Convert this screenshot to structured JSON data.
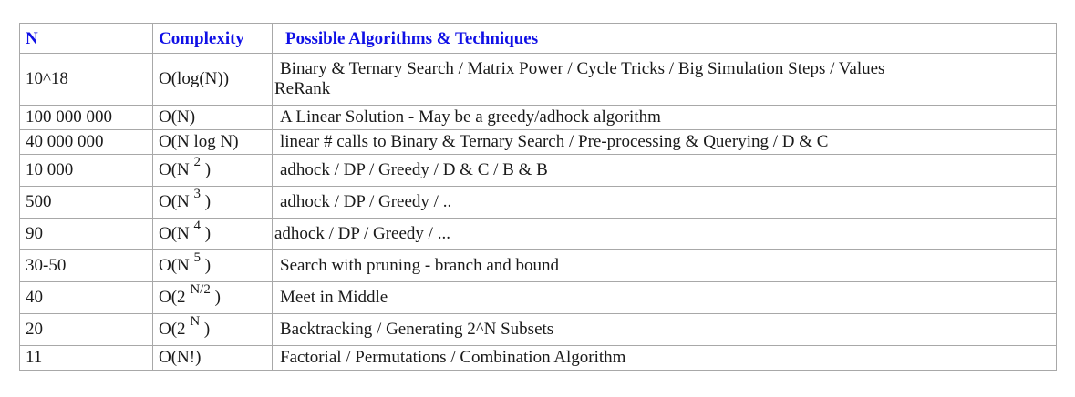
{
  "headers": {
    "n": "N",
    "complexity": "Complexity",
    "algorithms": "Possible Algorithms & Techniques"
  },
  "rows": [
    {
      "n": "10^18",
      "complexity": "O(log(N))",
      "algo_line1": "Binary & Ternary Search / Matrix Power / Cycle Tricks / Big Simulation Steps / Values",
      "algo_line2": "ReRank"
    },
    {
      "n": "100 000 000",
      "complexity": "O(N)",
      "algo": "A Linear Solution - May be a greedy/adhock algorithm"
    },
    {
      "n": "40 000 000",
      "complexity": "O(N log N)",
      "algo": "linear # calls to Binary & Ternary Search / Pre-processing & Querying / D & C"
    },
    {
      "n": "10 000",
      "complexity_base": "O(N",
      "complexity_exp": "2",
      "complexity_close": ")",
      "algo": "adhock / DP / Greedy / D & C / B & B"
    },
    {
      "n": "500",
      "complexity_base": "O(N",
      "complexity_exp": "3",
      "complexity_close": ")",
      "algo": "adhock / DP / Greedy / .."
    },
    {
      "n": "90",
      "complexity_base": "O(N",
      "complexity_exp": "4",
      "complexity_close": ")",
      "algo": "adhock / DP / Greedy / ..."
    },
    {
      "n": "30-50",
      "complexity_base": "O(N",
      "complexity_exp": "5",
      "complexity_close": ")",
      "algo": "Search with pruning - branch and bound"
    },
    {
      "n": "40",
      "complexity_base": "O(2",
      "complexity_exp": "N/2",
      "complexity_close": ")",
      "algo": "Meet in Middle"
    },
    {
      "n": "20",
      "complexity_base": "O(2",
      "complexity_exp": "N",
      "complexity_close": ")",
      "algo": "Backtracking / Generating 2^N Subsets"
    },
    {
      "n": "11",
      "complexity": "O(N!)",
      "algo": "Factorial / Permutations / Combination Algorithm"
    }
  ]
}
